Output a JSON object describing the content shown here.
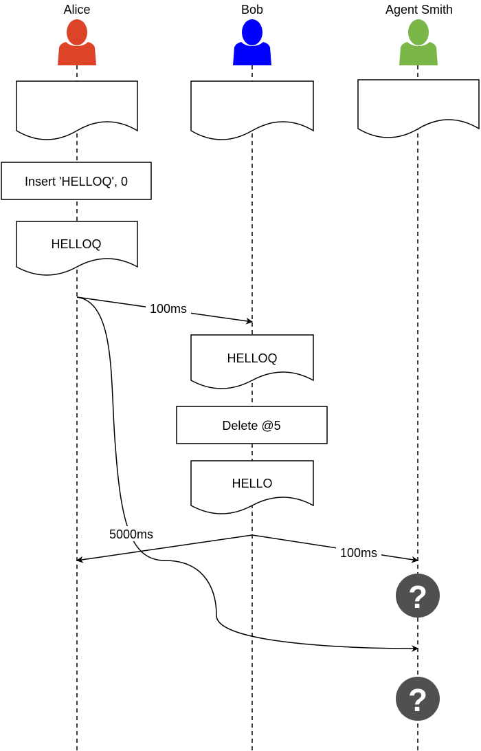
{
  "actors": [
    {
      "name": "Alice",
      "color": "#dd4427"
    },
    {
      "name": "Bob",
      "color": "#0000ff"
    },
    {
      "name": "Agent Smith",
      "color": "#7ab648"
    }
  ],
  "alice": {
    "operation": "Insert 'HELLOQ', 0",
    "document_after": "HELLOQ"
  },
  "bob": {
    "document_received": "HELLOQ",
    "operation": "Delete @5",
    "document_after": "HELLO"
  },
  "messages": {
    "alice_to_bob_latency": "100ms",
    "alice_to_agent_latency": "5000ms",
    "bob_to_agent_latency": "100ms"
  },
  "agent_state_symbol": "?",
  "question_color": "#505050"
}
